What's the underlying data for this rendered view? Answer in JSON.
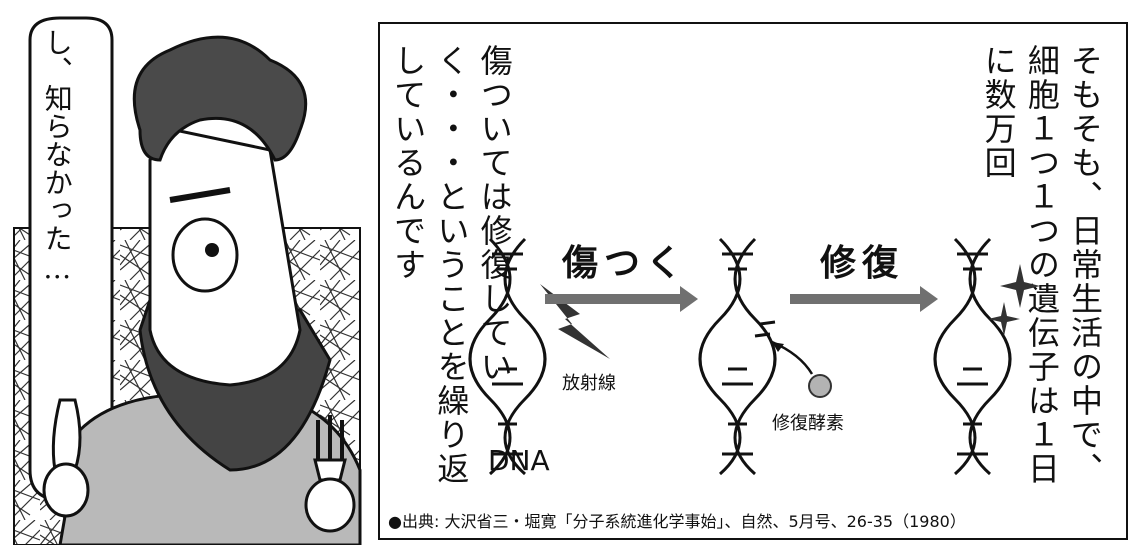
{
  "speech_bubble": {
    "text": "し、知らなかった…"
  },
  "narration": {
    "line1": "そもそも、日常生活の中で、細胞１つ１つの遺伝子は１日に数万回",
    "line2": "傷ついては修復していく・・・ということを繰り返しているんです"
  },
  "diagram": {
    "arrow1_label": "傷つく",
    "arrow2_label": "修復",
    "dna_label": "DNA",
    "radiation_label": "放射線",
    "enzyme_label": "修復酵素"
  },
  "footnote": "●出典: 大沢省三・堀寛「分子系統進化学事始」、自然、5月号、26-35（1980）",
  "colors": {
    "ink": "#111111",
    "arrow": "#707070",
    "enzyme": "#b3b3b3",
    "texture_bg": "#ffffff"
  }
}
